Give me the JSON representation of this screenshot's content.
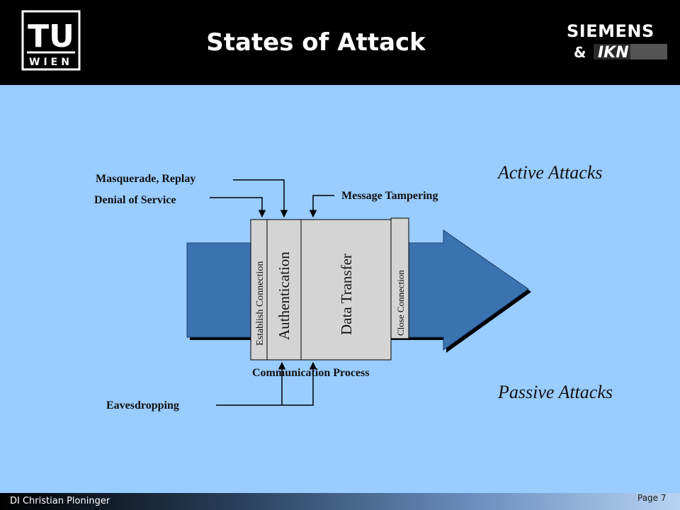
{
  "header": {
    "title": "States of Attack",
    "logo_left_line1": "TU",
    "logo_left_line2": "WIEN",
    "brand": "SIEMENS",
    "amp": "&",
    "logo_right": "IKN"
  },
  "diagram": {
    "active_attacks": "Active Attacks",
    "passive_attacks": "Passive Attacks",
    "masquerade": "Masquerade, Replay",
    "denial": "Denial of Service",
    "tampering": "Message Tampering",
    "eavesdropping": "Eavesdropping",
    "process": "Communication Process",
    "phases": {
      "establish": "Establish Connection",
      "auth": "Authentication",
      "transfer": "Data Transfer",
      "close": "Close Connection"
    }
  },
  "footer": {
    "author": "DI Christian Ploninger",
    "page": "Page 7"
  },
  "colors": {
    "header_bg": "#000000",
    "slide_bg": "#99ccff",
    "arrow_fill": "#3b73b0",
    "box_fill": "#d4d4d4"
  }
}
